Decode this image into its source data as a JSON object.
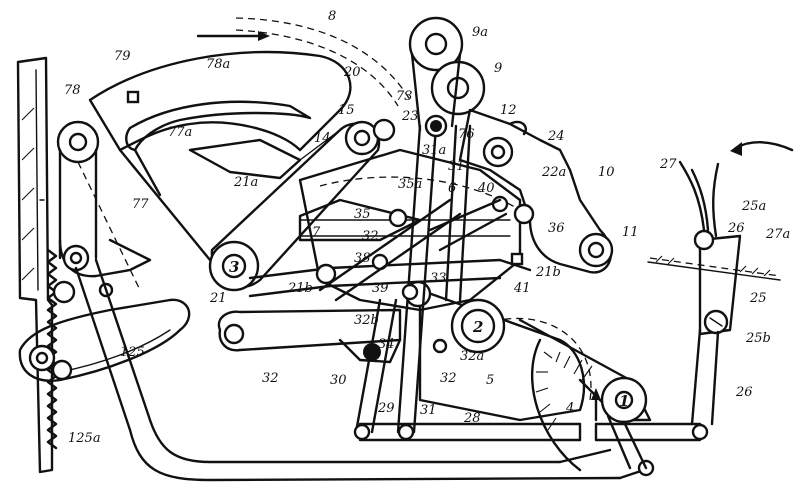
{
  "labels": {
    "l8": "8",
    "l9a": "9a",
    "l9": "9",
    "l12": "12",
    "l24": "24",
    "l10": "10",
    "l22a": "22a",
    "l11": "11",
    "l79": "79",
    "l78a": "78a",
    "l78": "78",
    "l77a": "77a",
    "l77": "77",
    "l20": "20",
    "l73": "73",
    "l15": "15",
    "l23": "23",
    "l76": "76",
    "l31a": "31a",
    "l14": "14",
    "l31": "31",
    "l21a": "21a",
    "l35a": "35a",
    "l6": "6",
    "l40": "40",
    "l35": "35",
    "l7": "7",
    "l32": "32",
    "l36": "36",
    "l38": "38",
    "l3": "3",
    "l21b": "21b",
    "l21": "21",
    "l33": "33",
    "l39": "39",
    "l41": "41",
    "l32b": "32b",
    "l2": "2",
    "l34": "34",
    "l32a": "32a",
    "l30": "30",
    "l5": "5",
    "l32c": "32",
    "l125": "125",
    "l29": "29",
    "l31b": "31",
    "l28": "28",
    "l4": "4",
    "l1": "1",
    "l125a": "125a",
    "l27": "27",
    "l25a": "25a",
    "l26a": "26",
    "l27a": "27a",
    "l25": "25",
    "l25b": "25b",
    "l26": "26"
  }
}
